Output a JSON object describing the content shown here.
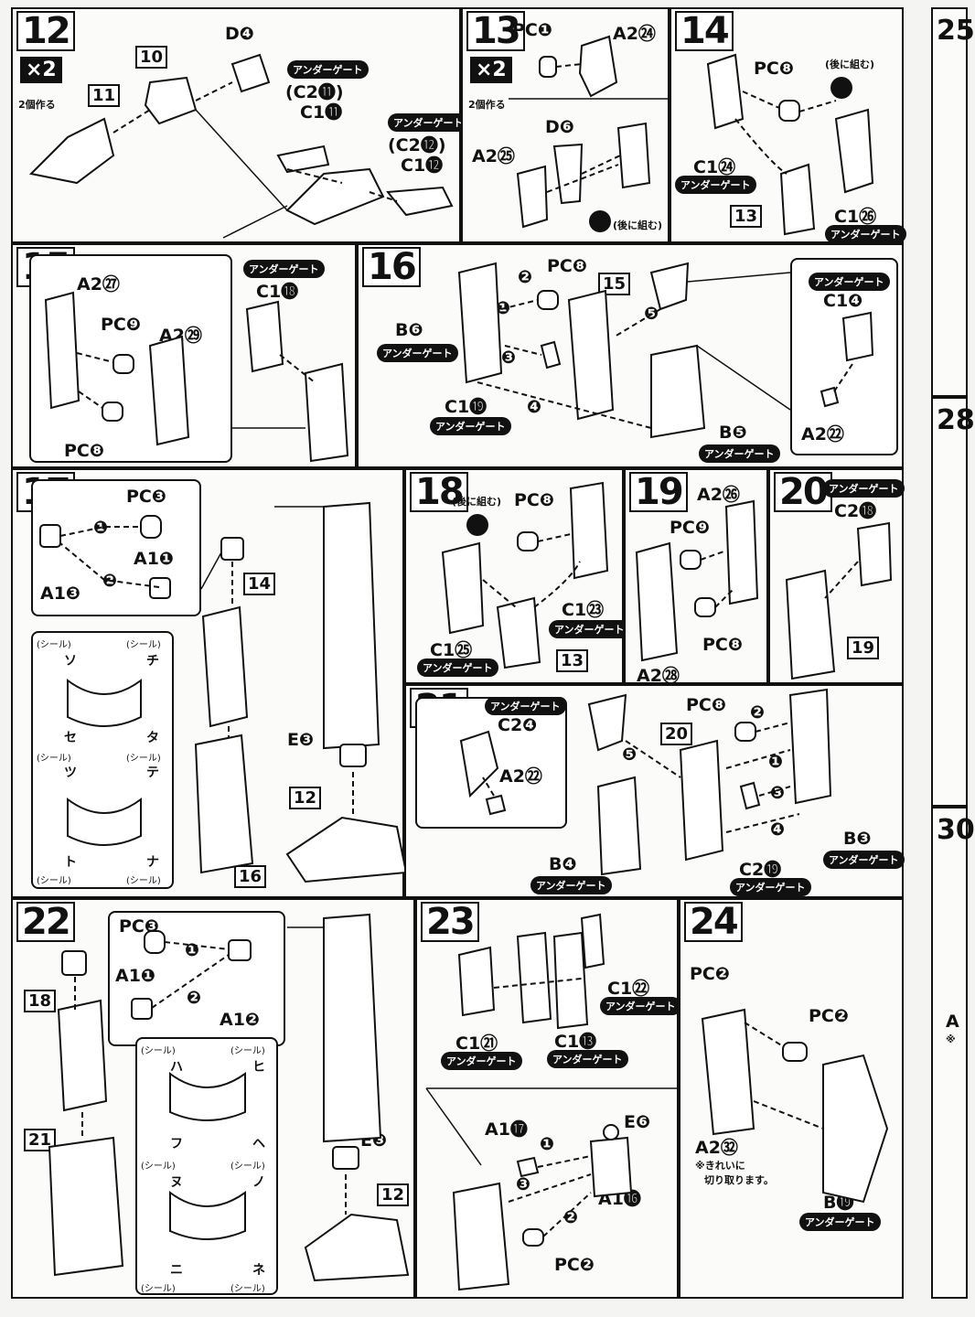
{
  "gate_label": "アンダーゲート",
  "steps": {
    "s12": {
      "num": "12",
      "mult": "×2",
      "make": "2個作る",
      "parts": {
        "d": "D❹",
        "p10": "10",
        "p11": "11",
        "c2a": "(C2⓫)",
        "c1a": "C1⓫",
        "c2b": "(C2⓬)",
        "c1b": "C1⓬"
      }
    },
    "s13": {
      "num": "13",
      "mult": "×2",
      "make": "2個作る",
      "parts": {
        "pc": "PC❶",
        "a2a": "A2㉔",
        "d": "D❻",
        "a2b": "A2㉕"
      },
      "later": "(後に組む)"
    },
    "s14": {
      "num": "14",
      "parts": {
        "pc": "PC❽",
        "c1a": "C1㉔",
        "p13": "13",
        "c1b": "C1㉖"
      },
      "later": "(後に組む)"
    },
    "s15": {
      "num": "15",
      "parts": {
        "a2a": "A2㉗",
        "pc9": "PC❾",
        "a2b": "A2㉙",
        "c1": "C1⓲",
        "pc8": "PC❽"
      }
    },
    "s16": {
      "num": "16",
      "parts": {
        "b6": "B❻",
        "pc": "PC❽",
        "p15": "15",
        "c19": "C1⓳",
        "b5": "B❺",
        "c14": "C1❹",
        "a22": "A2㉒"
      },
      "seq": [
        "❶",
        "❷",
        "❸",
        "❹",
        "❺"
      ]
    },
    "s17": {
      "num": "17",
      "parts": {
        "pc": "PC❸",
        "a1a": "A1❶",
        "a1b": "A1❸",
        "p14": "14",
        "e3": "E❸",
        "p12": "12",
        "p16": "16"
      },
      "seq": [
        "❶",
        "❷"
      ],
      "seal_word": "(シール)",
      "seals": [
        "ソ",
        "チ",
        "セ",
        "タ",
        "ツ",
        "テ",
        "ト",
        "ナ"
      ]
    },
    "s18": {
      "num": "18",
      "parts": {
        "pc": "PC❽",
        "c1a": "C1㉓",
        "c1b": "C1㉕",
        "p13": "13"
      },
      "later": "(後に組む)"
    },
    "s19": {
      "num": "19",
      "parts": {
        "a2a": "A2㉖",
        "pc9": "PC❾",
        "pc8": "PC❽",
        "a2b": "A2㉘"
      }
    },
    "s20": {
      "num": "20",
      "parts": {
        "c2": "C2⓲",
        "p19": "19"
      }
    },
    "s21": {
      "num": "21",
      "parts": {
        "c24": "C2❹",
        "a22": "A2㉒",
        "pc": "PC❽",
        "p20": "20",
        "b3": "B❸",
        "b4": "B❹",
        "c219": "C2⓳"
      },
      "seq": [
        "❶",
        "❷",
        "❸",
        "❹",
        "❺"
      ]
    },
    "s22": {
      "num": "22",
      "parts": {
        "pc": "PC❸",
        "a1a": "A1❶",
        "a1b": "A1❷",
        "p18": "18",
        "p21": "21",
        "e3": "E❸",
        "p12": "12"
      },
      "seq": [
        "❶",
        "❷"
      ],
      "seal_word": "(シール)",
      "seals": [
        "ハ",
        "ヒ",
        "フ",
        "ヘ",
        "ヌ",
        "ノ",
        "ニ",
        "ネ"
      ]
    },
    "s23": {
      "num": "23",
      "parts": {
        "c22": "C1㉒",
        "c21": "C1㉑",
        "c13": "C1⓭",
        "a17": "A1⓱",
        "e6": "E❻",
        "a16": "A1⓰",
        "pc": "PC❷"
      },
      "seq": [
        "❶",
        "❷",
        "❸"
      ]
    },
    "s24": {
      "num": "24",
      "parts": {
        "pc_a": "PC❷",
        "pc_b": "PC❷",
        "a2": "A2㉜",
        "b19": "B⓳"
      },
      "note1": "※きれいに",
      "note2": "切り取ります。"
    }
  },
  "edge": {
    "n25": "25",
    "n28": "28",
    "n30": "30",
    "a": "A",
    "ast": "※"
  }
}
